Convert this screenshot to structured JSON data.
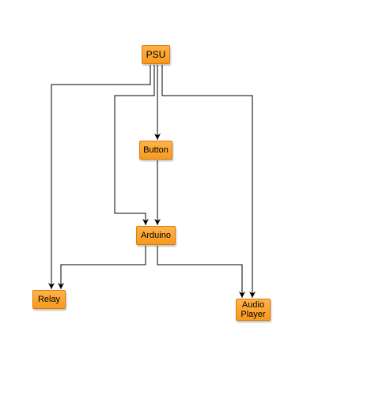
{
  "diagram": {
    "nodes": {
      "psu": "PSU",
      "button": "Button",
      "arduino": "Arduino",
      "relay": "Relay",
      "audio_player": "Audio Player"
    },
    "edges": [
      {
        "from": "PSU",
        "to": "Relay"
      },
      {
        "from": "PSU",
        "to": "Arduino"
      },
      {
        "from": "PSU",
        "to": "Button"
      },
      {
        "from": "PSU",
        "to": "Audio Player"
      },
      {
        "from": "Button",
        "to": "Arduino"
      },
      {
        "from": "Arduino",
        "to": "Relay"
      },
      {
        "from": "Arduino",
        "to": "Audio Player"
      }
    ],
    "colors": {
      "node_fill": "#f7a126",
      "node_border": "#d97d0e",
      "edge": "#000000"
    }
  }
}
